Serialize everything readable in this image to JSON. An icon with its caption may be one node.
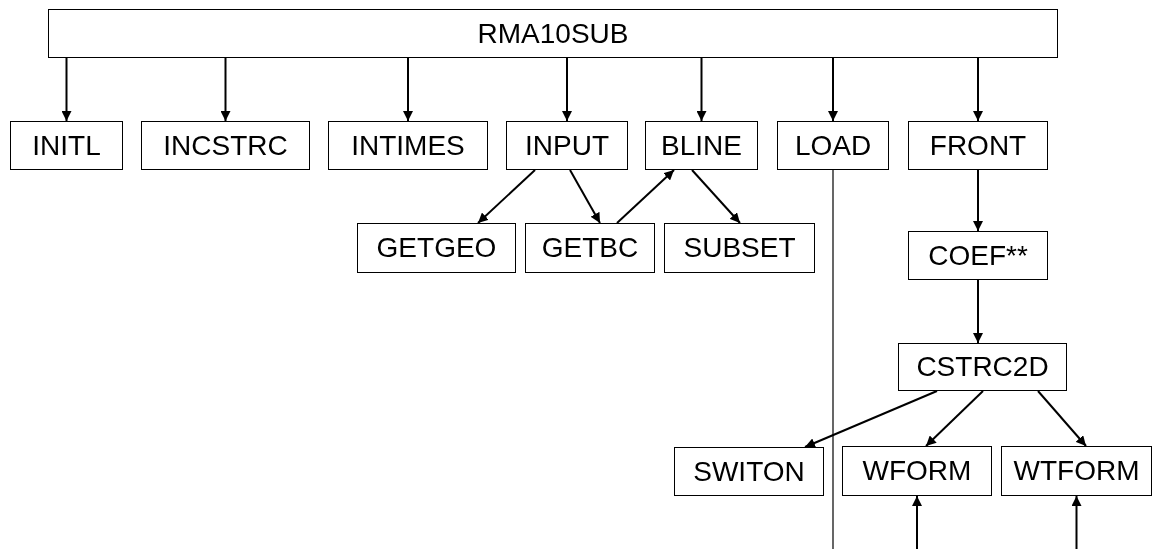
{
  "diagram": {
    "nodes": [
      {
        "text": [
          "RMA10SUB"
        ]
      },
      {
        "text": [
          "INITL"
        ]
      },
      {
        "text": [
          "INCSTRC"
        ]
      },
      {
        "text": [
          "INTIMES"
        ]
      },
      {
        "text": [
          "INPUT"
        ]
      },
      {
        "text": [
          "BLINE"
        ]
      },
      {
        "text": [
          "LOAD"
        ]
      },
      {
        "text": [
          "FRONT"
        ]
      },
      {
        "text": [
          "GETGEO"
        ]
      },
      {
        "text": [
          "GETBC"
        ]
      },
      {
        "text": [
          "SUBSET"
        ]
      },
      {
        "text": [
          "COEF**"
        ]
      },
      {
        "text": [
          "CSTRC2D"
        ]
      },
      {
        "text": [
          "SWITON"
        ]
      },
      {
        "text": [
          "WFORM"
        ]
      },
      {
        "text": [
          "WTFORM"
        ]
      }
    ],
    "edges": [
      {
        "from": 0,
        "to": 1,
        "arrow": "to"
      },
      {
        "from": 0,
        "to": 2,
        "arrow": "to"
      },
      {
        "from": 0,
        "to": 3,
        "arrow": "to"
      },
      {
        "from": 0,
        "to": 4,
        "arrow": "to"
      },
      {
        "from": 0,
        "to": 5,
        "arrow": "to"
      },
      {
        "from": 0,
        "to": 6,
        "arrow": "to"
      },
      {
        "from": 0,
        "to": 7,
        "arrow": "to"
      },
      {
        "from": 4,
        "to": 8,
        "arrow": "to"
      },
      {
        "from": 4,
        "to": 9,
        "arrow": "to"
      },
      {
        "from": 9,
        "to": 5,
        "arrow": "to"
      },
      {
        "from": 5,
        "to": 10,
        "arrow": "to"
      },
      {
        "from": 7,
        "to": 11,
        "arrow": "to"
      },
      {
        "from": 11,
        "to": 12,
        "arrow": "to"
      },
      {
        "from": 12,
        "to": 13,
        "arrow": "to"
      },
      {
        "from": 12,
        "to": 14,
        "arrow": "to"
      },
      {
        "from": 12,
        "to": 15,
        "arrow": "to"
      },
      {
        "from": 6,
        "to": null,
        "arrow": "none"
      },
      {
        "from": null,
        "to": 14,
        "arrow": "to"
      },
      {
        "from": null,
        "to": 15,
        "arrow": "to"
      }
    ]
  }
}
